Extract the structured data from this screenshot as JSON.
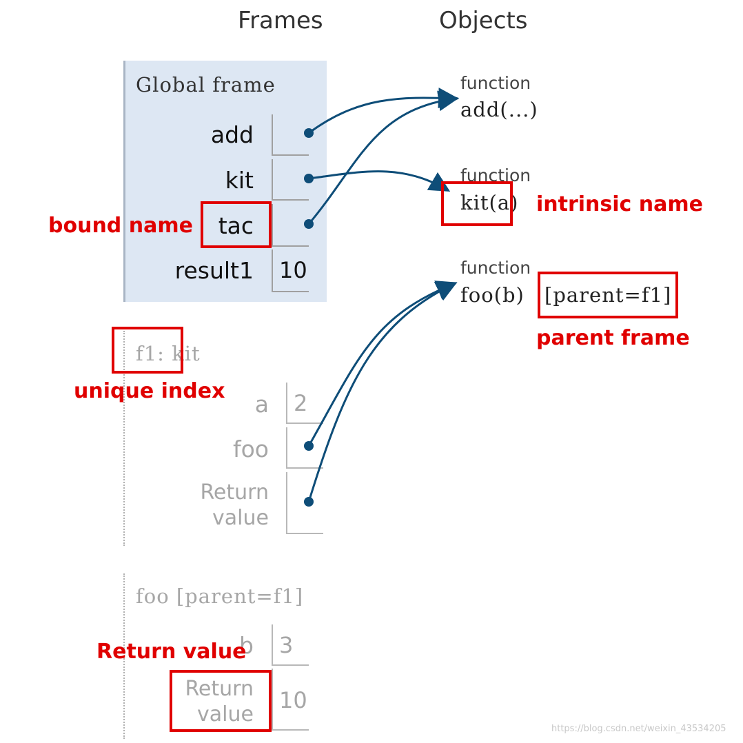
{
  "headers": {
    "frames": "Frames",
    "objects": "Objects"
  },
  "global_frame": {
    "title": "Global frame",
    "rows": [
      {
        "name": "add",
        "value": ""
      },
      {
        "name": "kit",
        "value": ""
      },
      {
        "name": "tac",
        "value": ""
      },
      {
        "name": "result1",
        "value": "10"
      }
    ]
  },
  "f1_frame": {
    "title_prefix": "f1:",
    "title_name": "kit",
    "rows": [
      {
        "name": "a",
        "value": "2"
      },
      {
        "name": "foo",
        "value": ""
      },
      {
        "name_line1": "Return",
        "name_line2": "value",
        "value": ""
      }
    ]
  },
  "foo_frame": {
    "title": "foo [parent=f1]",
    "rows": [
      {
        "name": "b",
        "value": "3"
      },
      {
        "name_line1": "Return",
        "name_line2": "value",
        "value": "10"
      }
    ]
  },
  "objects": [
    {
      "type": "function",
      "signature": "add(...)"
    },
    {
      "type": "function",
      "signature": "kit(a)"
    },
    {
      "type": "function",
      "signature": "foo(b)",
      "parent": "[parent=f1]"
    }
  ],
  "annotations": {
    "bound_name": "bound name",
    "intrinsic_name": "intrinsic name",
    "parent_frame": "parent frame",
    "unique_index": "unique index",
    "return_value": "Return value"
  },
  "colors": {
    "arrow": "#0e4d78",
    "global_frame_bg": "#dde7f3",
    "global_frame_border": "#a8b4c4",
    "annotation_red": "#e00000"
  },
  "watermark": "https://blog.csdn.net/weixin_43534205"
}
